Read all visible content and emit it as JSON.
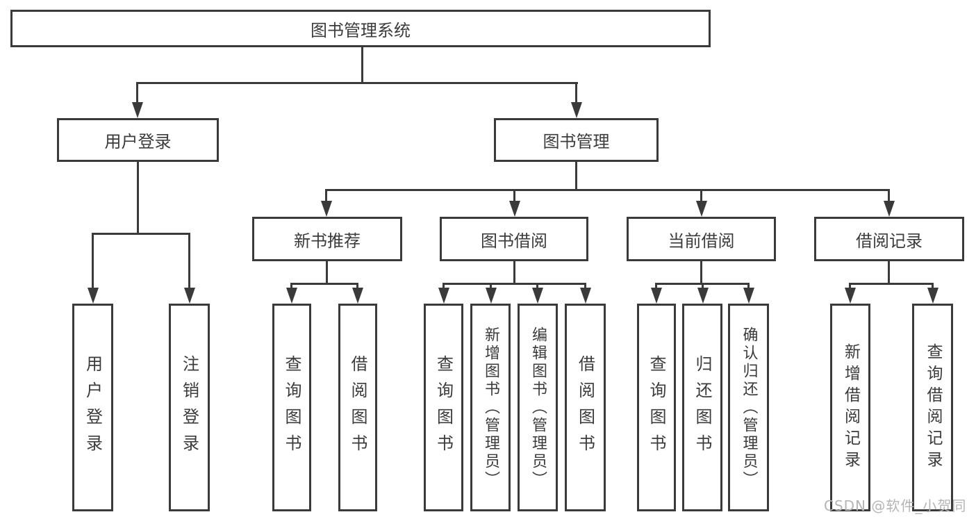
{
  "tree": {
    "label": "图书管理系统",
    "children": [
      {
        "label": "用户登录",
        "children": [
          {
            "label": "用户登录"
          },
          {
            "label": "注销登录"
          }
        ]
      },
      {
        "label": "图书管理",
        "children": [
          {
            "label": "新书推荐",
            "children": [
              {
                "label": "查询图书"
              },
              {
                "label": "借阅图书"
              }
            ]
          },
          {
            "label": "图书借阅",
            "children": [
              {
                "label": "查询图书"
              },
              {
                "label": "新增图书（管理员）"
              },
              {
                "label": "编辑图书（管理员）"
              },
              {
                "label": "借阅图书"
              }
            ]
          },
          {
            "label": "当前借阅",
            "children": [
              {
                "label": "查询图书"
              },
              {
                "label": "归还图书"
              },
              {
                "label": "确认归还（管理员）"
              }
            ]
          },
          {
            "label": "借阅记录",
            "children": [
              {
                "label": "新增借阅记录"
              },
              {
                "label": "查询借阅记录"
              }
            ]
          }
        ]
      }
    ]
  },
  "watermark": {
    "text": "CSDN @软件_小贺同学"
  },
  "colors": {
    "line": "#3a3a3a",
    "text": "#3b3b3b",
    "watermark": "#b5b5b5",
    "background": "#ffffff"
  }
}
